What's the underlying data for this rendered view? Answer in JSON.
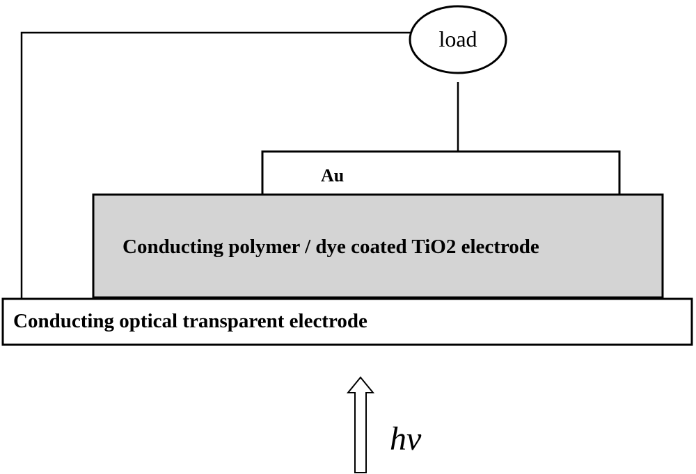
{
  "diagram": {
    "load_label": "load",
    "au_label": "Au",
    "middle_layer_label": "Conducting polymer / dye coated TiO2 electrode",
    "bottom_layer_label": "Conducting optical transparent electrode",
    "light_label": "hv",
    "colors": {
      "stroke": "#000000",
      "middle_layer_fill": "#d4d4d4",
      "background": "#ffffff"
    }
  }
}
